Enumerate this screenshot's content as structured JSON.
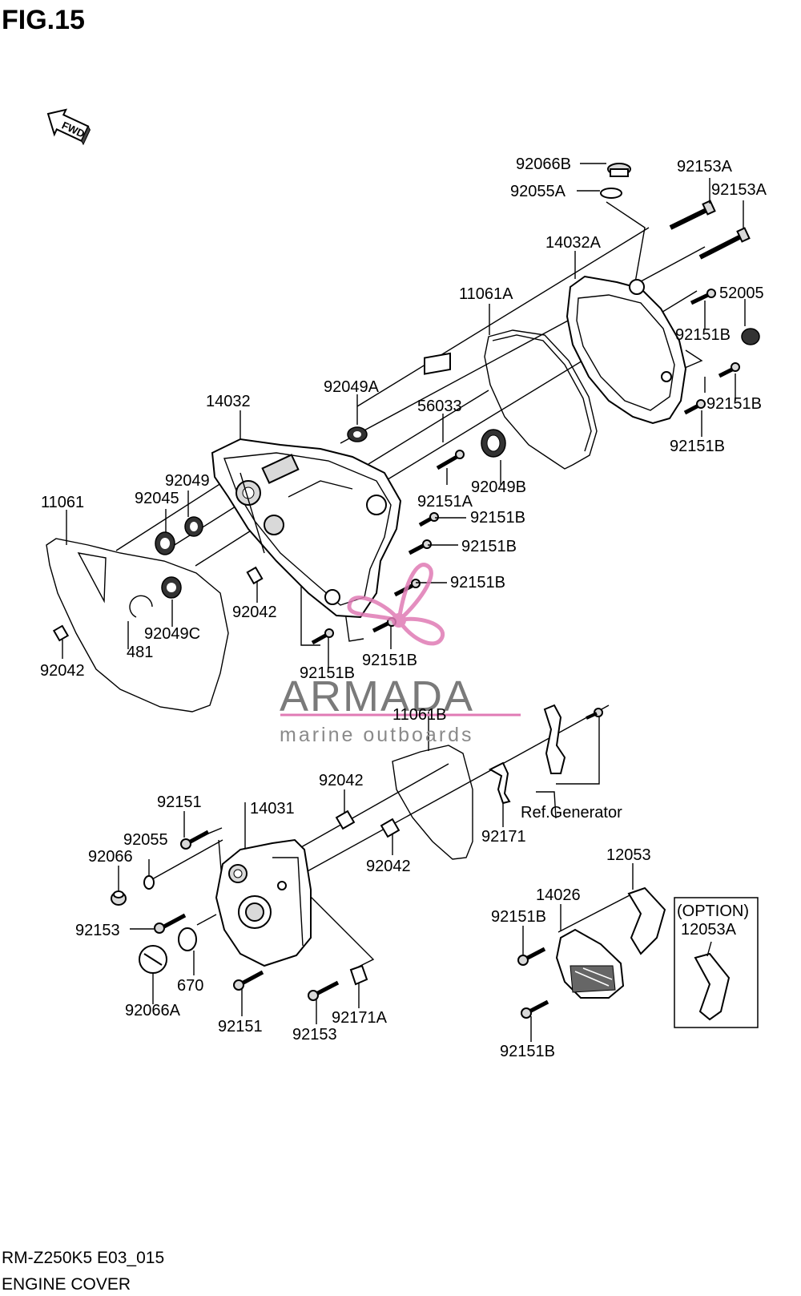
{
  "figure_title": "FIG.15",
  "fwd_label": "FWD",
  "footer": {
    "code": "RM-Z250K5 E03_015",
    "name": "ENGINE COVER"
  },
  "watermark": {
    "brand": "ARMADA",
    "tagline": "marine outboards",
    "color": "#e07bb5"
  },
  "option_box": {
    "title": "(OPTION)",
    "part": "12053A"
  },
  "ref_label": "Ref.Generator",
  "labels": {
    "p92066B": "92066B",
    "p92055A": "92055A",
    "p92153A_1": "92153A",
    "p92153A_2": "92153A",
    "p14032A": "14032A",
    "p11061A": "11061A",
    "p52005": "52005",
    "p92151B_1": "92151B",
    "p92151B_2": "92151B",
    "p92151B_3": "92151B",
    "p92049A": "92049A",
    "p14032": "14032",
    "p56033": "56033",
    "p92049": "92049",
    "p92049B": "92049B",
    "p92045": "92045",
    "p92151A": "92151A",
    "p11061": "11061",
    "p92151B_4": "92151B",
    "p92151B_5": "92151B",
    "p92151B_6": "92151B",
    "p92042_1": "92042",
    "p92049C": "92049C",
    "p481": "481",
    "p92042_2": "92042",
    "p92151B_7": "92151B",
    "p92151B_8": "92151B",
    "p11061B": "11061B",
    "p92042_3": "92042",
    "p92151_1": "92151",
    "p14031": "14031",
    "p92055": "92055",
    "p92066": "92066",
    "p92171": "92171",
    "p92042_4": "92042",
    "p12053": "12053",
    "p14026": "14026",
    "p92151B_9": "92151B",
    "p92153_1": "92153",
    "p670": "670",
    "p92066A": "92066A",
    "p92151_2": "92151",
    "p92171A": "92171A",
    "p92153_2": "92153",
    "p92151B_10": "92151B"
  }
}
